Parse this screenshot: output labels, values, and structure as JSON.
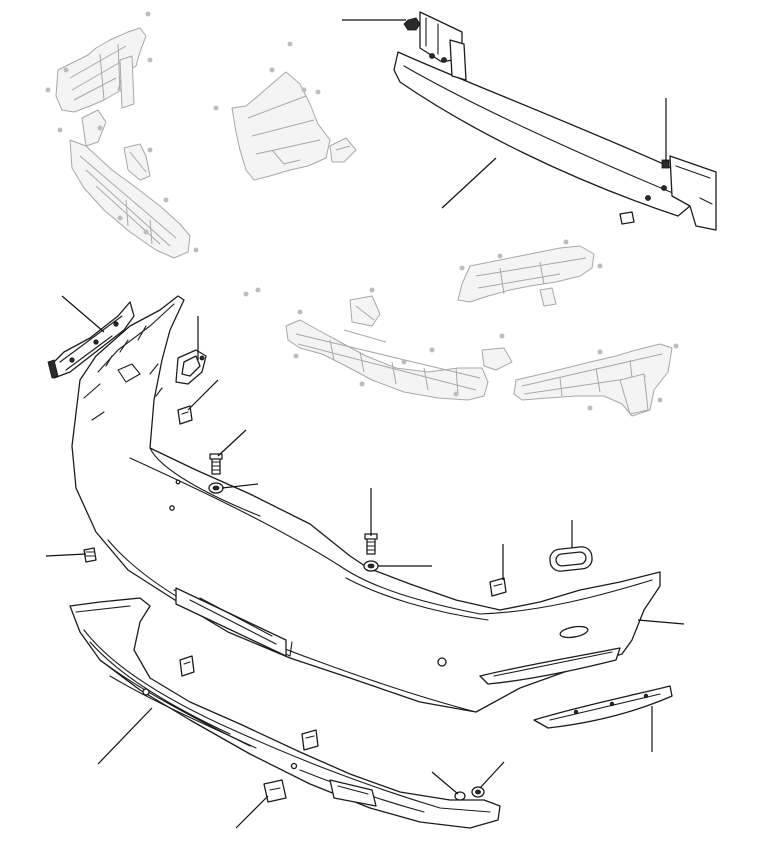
{
  "diagram": {
    "callouts": [
      {
        "id": "nut-upper"
      },
      {
        "id": "stud-right"
      },
      {
        "id": "reinforcement-beam"
      },
      {
        "id": "left-mounting-bracket"
      },
      {
        "id": "sensor-bezel"
      },
      {
        "id": "clip-left"
      },
      {
        "id": "bolt-center"
      },
      {
        "id": "washer-center"
      },
      {
        "id": "screw-left"
      },
      {
        "id": "bolt-lower"
      },
      {
        "id": "washer-lower"
      },
      {
        "id": "clip-right"
      },
      {
        "id": "reflector-bezel-right"
      },
      {
        "id": "bumper-cover"
      },
      {
        "id": "lower-trim-strip"
      },
      {
        "id": "lower-valance"
      },
      {
        "id": "valance-clip"
      },
      {
        "id": "fastener-a"
      },
      {
        "id": "fastener-b"
      }
    ]
  }
}
